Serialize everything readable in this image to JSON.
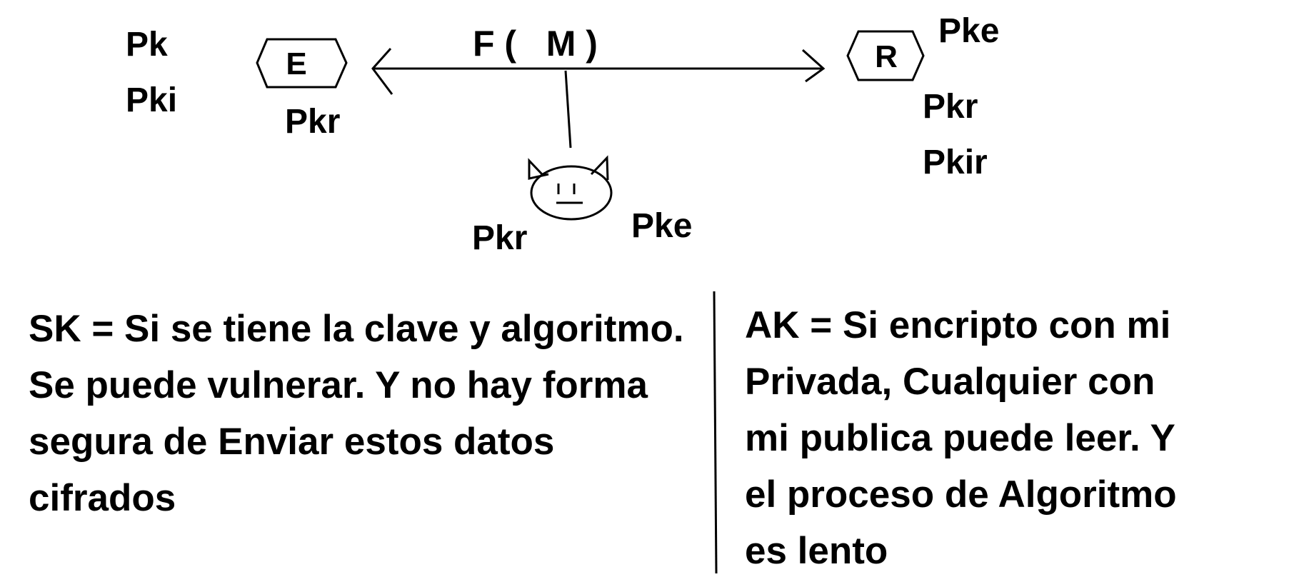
{
  "diagram": {
    "colors": {
      "ink": "#000000",
      "background": "#ffffff"
    },
    "left_keys": [
      "Pk",
      "Pki"
    ],
    "sender": {
      "letter": "E",
      "key": "Pkr"
    },
    "message": "F (   M )",
    "receiver": {
      "letter": "R",
      "key_top": "Pke",
      "keys_bottom": [
        "Pkr",
        "Pkir"
      ]
    },
    "interceptor": {
      "icon": "cat-face-icon",
      "key_left": "Pkr",
      "key_right": "Pke"
    }
  },
  "notes": {
    "symmetric": [
      "SK = Si se tiene la clave y algoritmo.",
      "Se puede vulnerar. Y no hay forma",
      "segura de Enviar estos datos",
      "cifrados"
    ],
    "asymmetric": [
      "AK = Si encripto con mi",
      "Privada, Cualquier con",
      "mi publica puede leer. Y",
      "el proceso de Algoritmo",
      "es lento"
    ]
  }
}
